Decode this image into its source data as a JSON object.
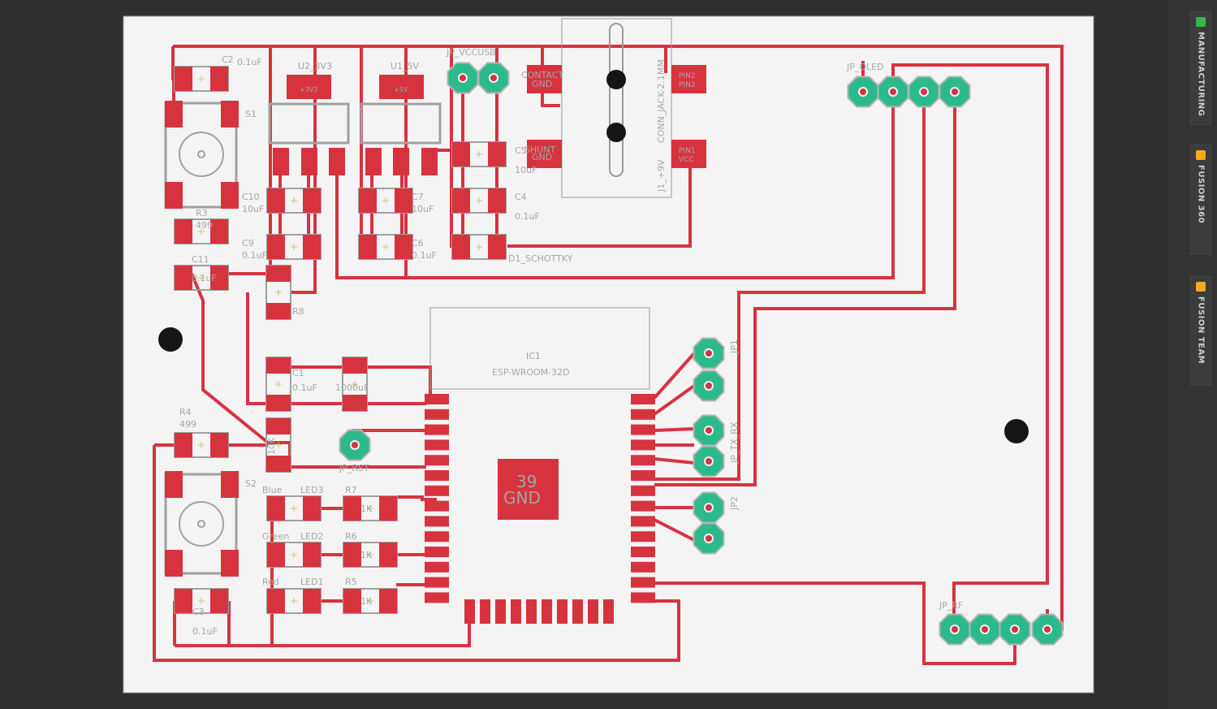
{
  "colors": {
    "board": "#f4f4f4",
    "copper": "#d7333f",
    "pad": "#2cba8d",
    "silk": "#a6a6a6",
    "hole": "#151515",
    "frame": "#c8c8c8"
  },
  "side_tabs": [
    {
      "label": "MANUFACTURING",
      "icon": "manufacturing-icon",
      "color": "#39b54a"
    },
    {
      "label": "FUSION 360",
      "icon": "fusion-360-icon",
      "color": "#f7a81b"
    },
    {
      "label": "FUSION TEAM",
      "icon": "fusion-team-icon",
      "color": "#f7a81b"
    }
  ],
  "labels": {
    "c2": "C2",
    "c2_val": "0.1uF",
    "u2": "U2_3V3",
    "u2_pin": "+3V3",
    "u1": "U1_5V",
    "u1_pin": "+5V",
    "jp_vccusb": "JP_VCCUSB",
    "contact": "CONTACT",
    "gnd1": "GND",
    "pin2": "PIN2",
    "pin2b": "PIN2",
    "conn_jack": "CONN_JACK-2.1MM",
    "shunt": "SHUNT",
    "gnd2": "GND",
    "pin1": "PIN1",
    "vcc": "VCC",
    "j1": "J1_+9V",
    "jp_oled": "JP_OLED",
    "s1": "S1",
    "c5": "C5",
    "c5_val": "10uF",
    "c10": "C10",
    "c10_val": "10uF",
    "c7": "C7",
    "c7_val": "10uF",
    "c4": "C4",
    "c4_val": "0.1uF",
    "r3": "R3",
    "r3_val": "499",
    "c9": "C9",
    "c9_val": "0.1uF",
    "c6": "C6",
    "c6_val": "0.1uF",
    "c11": "C11",
    "c11_val": "0.1uF",
    "d1": "D1_SCHOTTKY",
    "r8": "R8",
    "ic1": "IC1",
    "esp": "ESP-WROOM-32D",
    "c1": "C1",
    "c1_val": "0.1uF",
    "c3_val": "1000uF",
    "jp1": "JP1",
    "r4": "R4",
    "r4_val": "499",
    "r_10k": "10K",
    "jp_rst": "JP_RST",
    "jp_txrx": "JP_TX_RX",
    "pad39": "39",
    "pad39_gnd": "GND",
    "s2": "S2",
    "blue": "Blue",
    "led3": "LED3",
    "r7": "R7",
    "r7_val": "1K",
    "jp2": "JP2",
    "green": "Green",
    "led2": "LED2",
    "r6": "R6",
    "r6_val": "1K",
    "red": "Red",
    "led1": "LED1",
    "r5": "R5",
    "r5_val": "1K",
    "c3b": "C3",
    "c3b_val": "0.1uF",
    "jp_rf": "JP_RF"
  }
}
